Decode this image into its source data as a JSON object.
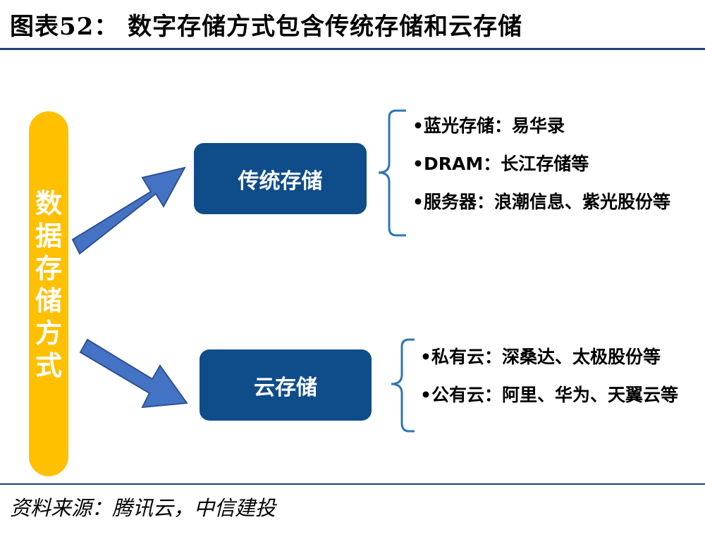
{
  "header": {
    "title": "图表52：   数字存储方式包含传统存储和云存储"
  },
  "root": {
    "chars": [
      "数",
      "据",
      "存",
      "储",
      "方",
      "式"
    ]
  },
  "nodes": {
    "traditional": {
      "label": "传统存储",
      "items": [
        "•蓝光存储：易华录",
        "•DRAM：长江存储等",
        "•服务器：浪潮信息、紫光股份等"
      ]
    },
    "cloud": {
      "label": "云存储",
      "items": [
        "•私有云：深桑达、太极股份等",
        "•公有云：阿里、华为、天翼云等"
      ]
    }
  },
  "footer": {
    "source": "资料来源：腾讯云，中信建投"
  },
  "colors": {
    "accent_yellow": "#ffc000",
    "box_blue": "#0f4c8a",
    "arrow_blue": "#4472c4",
    "rule_navy": "#1f3f78"
  }
}
